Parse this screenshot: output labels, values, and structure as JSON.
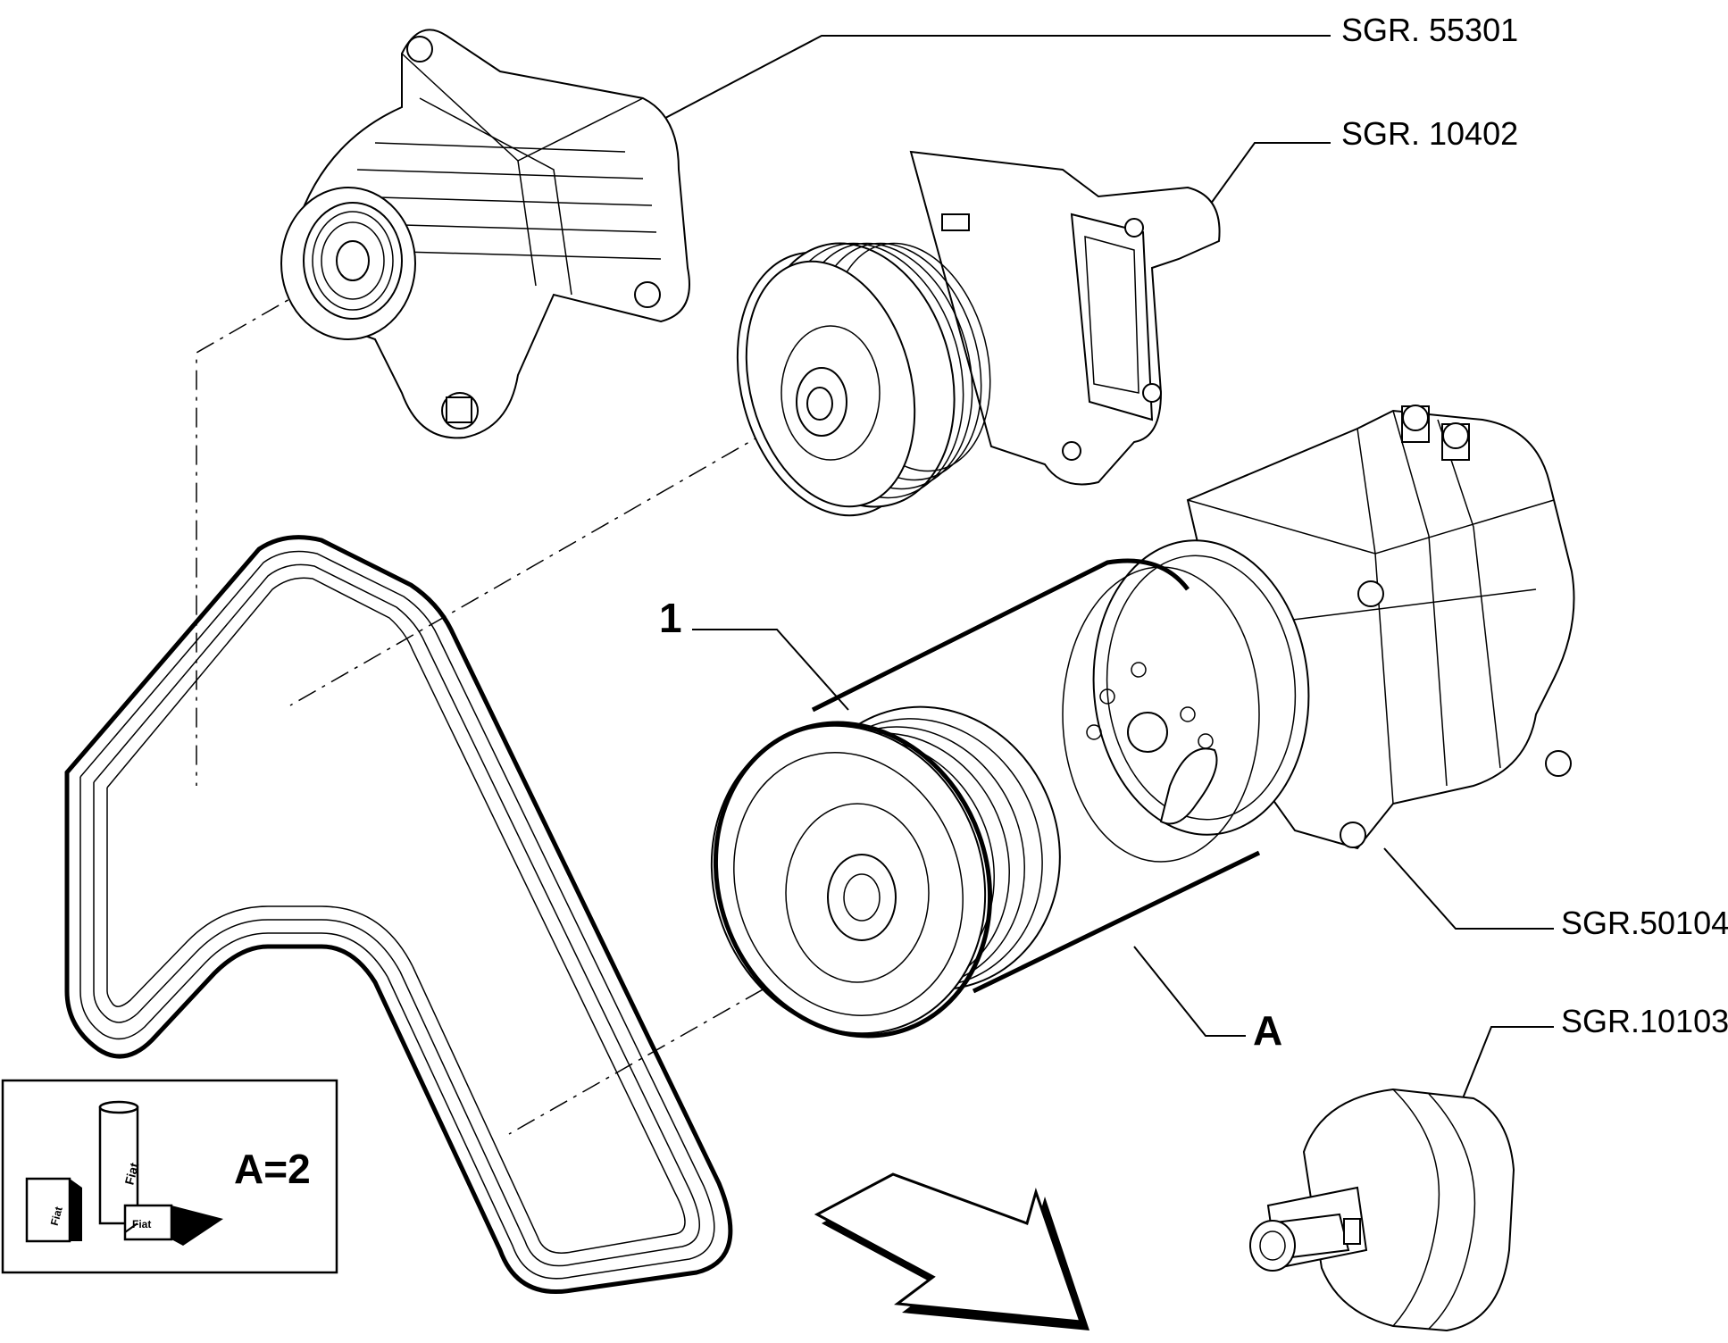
{
  "callouts": [
    {
      "id": "alternator",
      "text": "SGR. 55301"
    },
    {
      "id": "water_pump",
      "text": "SGR. 10402"
    },
    {
      "id": "compressor",
      "text": "SGR.50104"
    },
    {
      "id": "crankshaft",
      "text": "SGR.10103"
    }
  ],
  "item_number": "1",
  "detail_letter": "A",
  "legend_box": {
    "text": "A=2",
    "product_labels": [
      "Fiat",
      "Fiat",
      "Fiat"
    ]
  },
  "icons": [
    "alternator-icon",
    "water-pump-icon",
    "ac-compressor-icon",
    "crankshaft-icon",
    "poly-v-belt-icon",
    "direction-arrow-icon",
    "lubricant-cans-icon"
  ]
}
